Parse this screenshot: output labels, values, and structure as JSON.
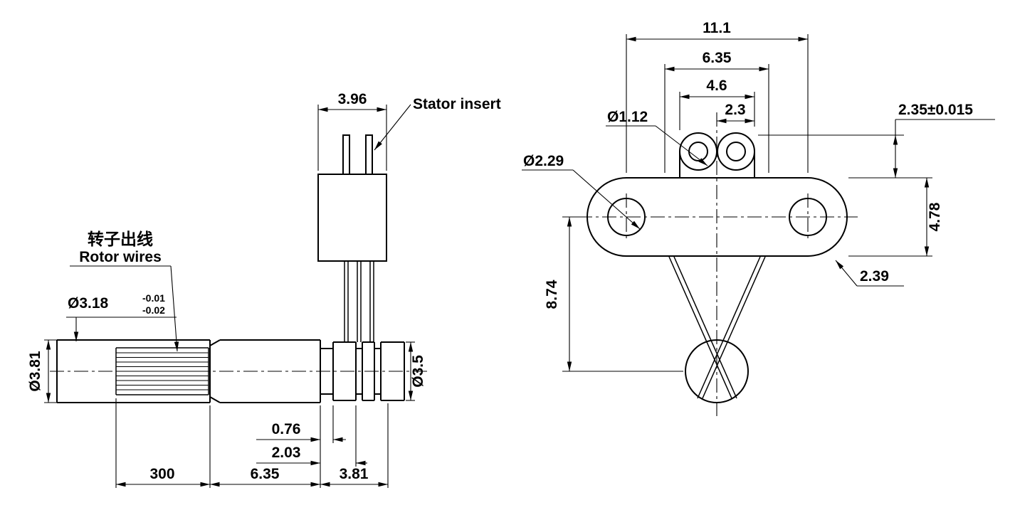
{
  "colors": {
    "line": "#000000",
    "background": "#ffffff"
  },
  "side_view": {
    "callouts": {
      "stator_insert": "Stator insert",
      "rotor_wires_zh": "转子出线",
      "rotor_wires_en": "Rotor wires"
    },
    "dims": {
      "stator_width": "3.96",
      "wire_dia": "Ø3.18",
      "wire_dia_tol_upper": "-0.01",
      "wire_dia_tol_lower": "-0.02",
      "body_dia": "Ø3.81",
      "ring_dia": "Ø3.5",
      "groove_width": "0.76",
      "ring_pitch": "2.03",
      "wire_length": "300",
      "body_length": "6.35",
      "ring_section_length": "3.81"
    }
  },
  "front_view": {
    "dims": {
      "overall_width": "11.1",
      "body_width": "6.35",
      "tab_width": "4.6",
      "tab_offset": "2.3",
      "tab_hole_dia": "Ø1.12",
      "mount_hole_dia": "Ø2.29",
      "tab_height": "2.35±0.015",
      "flange_height": "4.78",
      "center_offset": "2.39",
      "wire_drop": "8.74"
    }
  }
}
